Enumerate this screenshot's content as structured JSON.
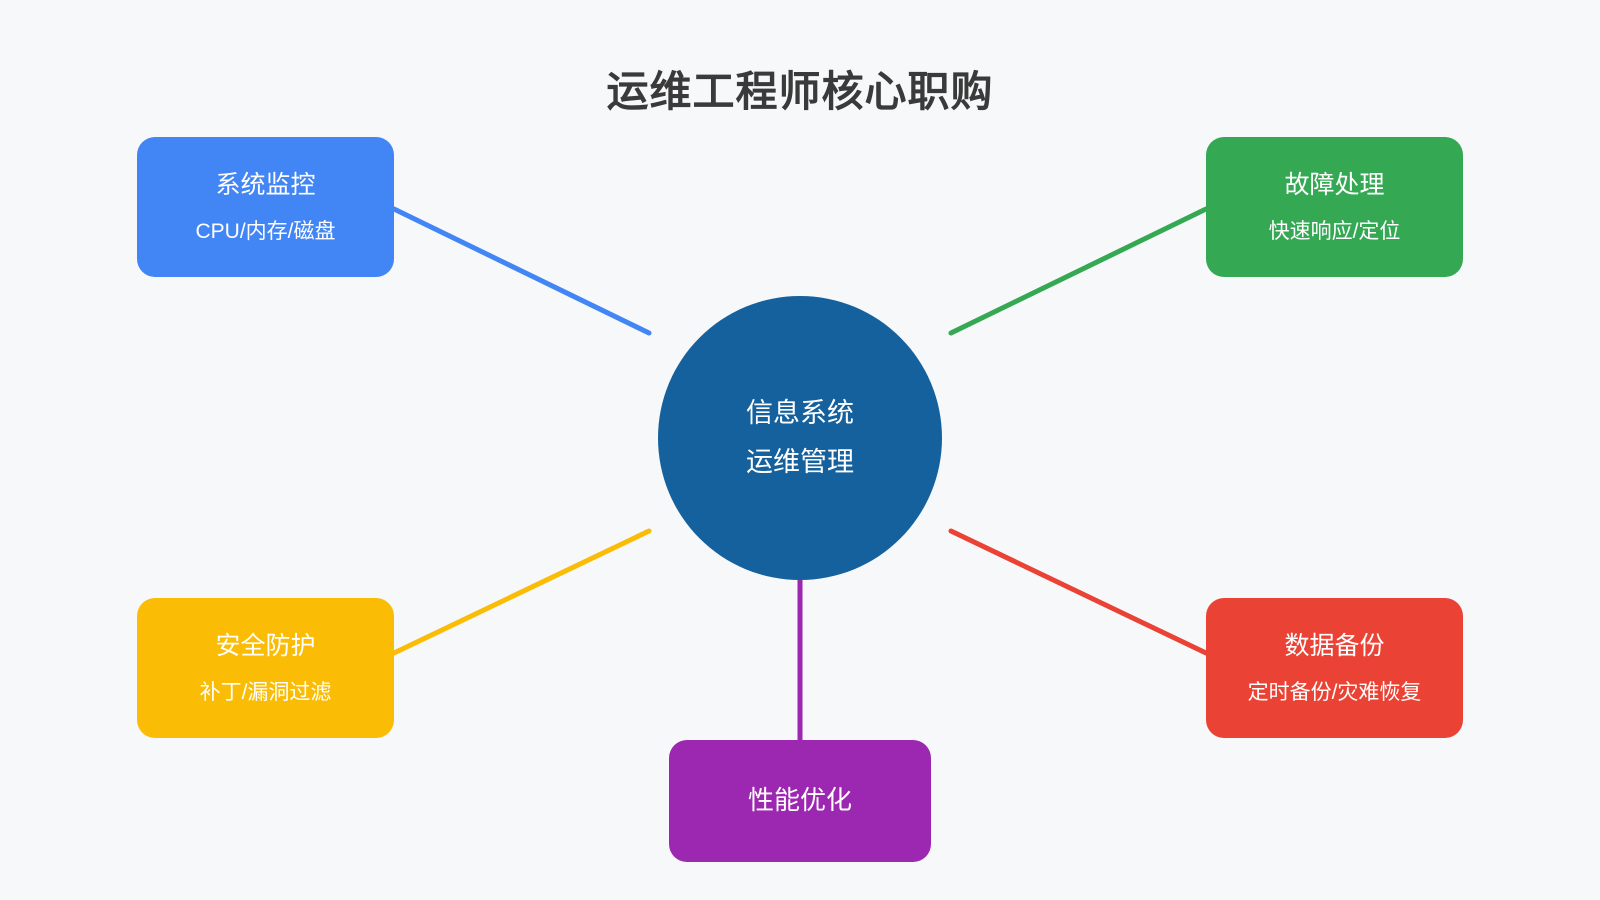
{
  "title": "运维工程师核心职购",
  "colors": {
    "background": "#F7F8FA",
    "title_text": "#3A3A3A",
    "node_text": "#FFFFFF"
  },
  "center_node": {
    "line1": "信息系统",
    "line2": "运维管理",
    "color": "#15619E"
  },
  "nodes": [
    {
      "id": "system-monitoring",
      "title": "系统监控",
      "subtitle": "CPU/内存/磁盘",
      "color": "#4285F4",
      "position": "top-left"
    },
    {
      "id": "fault-handling",
      "title": "故障处理",
      "subtitle": "快速响应/定位",
      "color": "#34A853",
      "position": "top-right"
    },
    {
      "id": "security-protection",
      "title": "安全防护",
      "subtitle": "补丁/漏洞过滤",
      "color": "#FBBC05",
      "position": "bottom-left"
    },
    {
      "id": "data-backup",
      "title": "数据备份",
      "subtitle": "定时备份/灾难恢复",
      "color": "#EA4335",
      "position": "bottom-right"
    },
    {
      "id": "performance-optimization",
      "title": "性能优化",
      "subtitle": "",
      "color": "#9C27B0",
      "position": "bottom-center"
    }
  ]
}
